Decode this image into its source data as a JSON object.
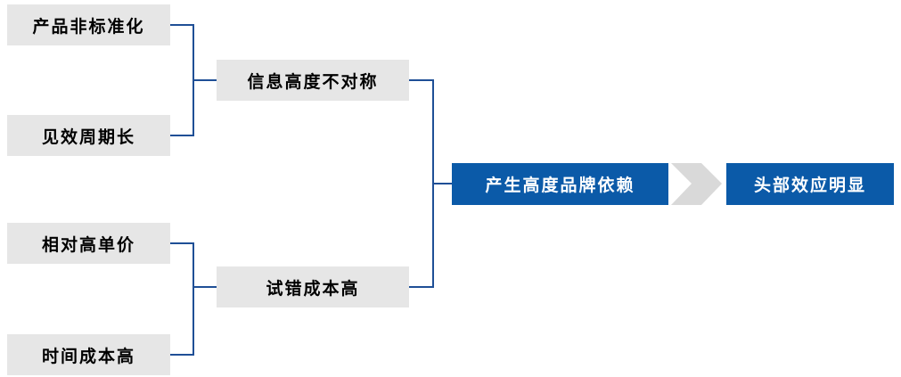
{
  "diagram": {
    "factors": [
      {
        "label": "产品非标准化"
      },
      {
        "label": "见效周期长"
      },
      {
        "label": "相对高单价"
      },
      {
        "label": "时间成本高"
      }
    ],
    "intermediates": [
      {
        "label": "信息高度不对称"
      },
      {
        "label": "试错成本高"
      }
    ],
    "outcome": {
      "label": "产生高度品牌依赖"
    },
    "result": {
      "label": "头部效应明显"
    },
    "colors": {
      "factor_bg": "#e6e6e6",
      "outcome_bg": "#0b5aa8",
      "connector": "#1f4f96",
      "chevron": "#d9d9d9"
    }
  }
}
